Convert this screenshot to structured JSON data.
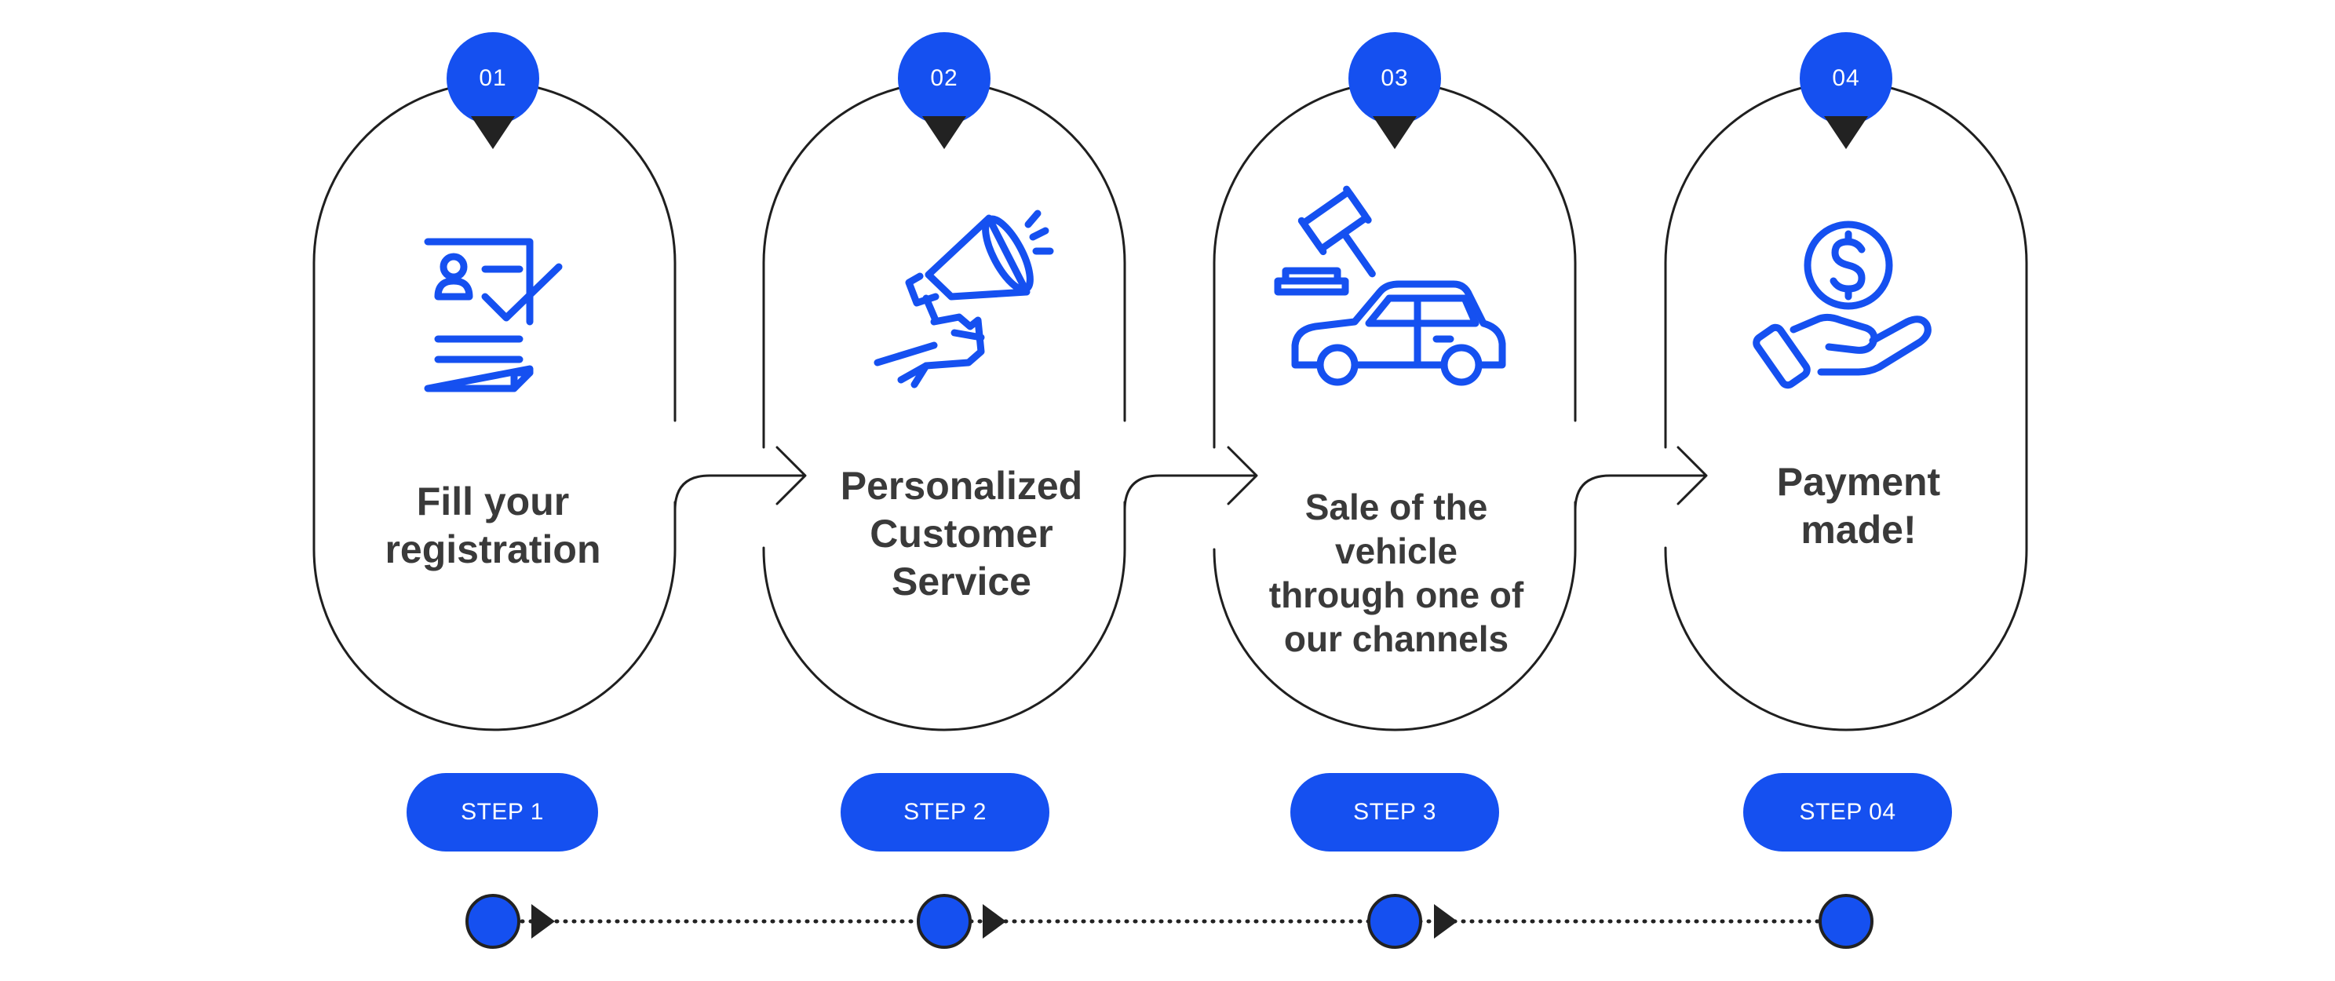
{
  "colors": {
    "accent": "#1550F0",
    "outline": "#1f1f1f",
    "text": "#3a3a3a",
    "marker": "#222222",
    "white": "#ffffff"
  },
  "steps": [
    {
      "number": "01",
      "title": "Fill your\nregistration",
      "pill": "STEP 1",
      "icon": "registration-form-check-icon"
    },
    {
      "number": "02",
      "title": "Personalized\nCustomer\nService",
      "pill": "STEP 2",
      "icon": "megaphone-hand-icon"
    },
    {
      "number": "03",
      "title": "Sale of the\nvehicle\nthrough one of\nour channels",
      "pill": "STEP 3",
      "icon": "auction-gavel-car-icon"
    },
    {
      "number": "04",
      "title": "Payment\nmade!",
      "pill": "STEP 04",
      "icon": "dollar-coin-hand-icon"
    }
  ]
}
